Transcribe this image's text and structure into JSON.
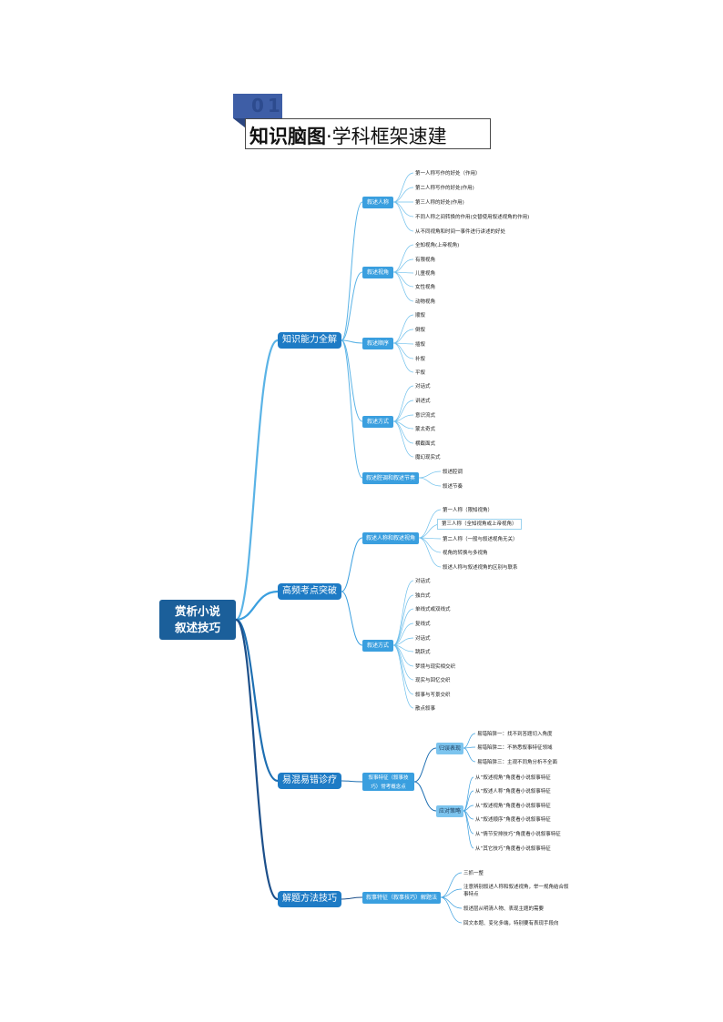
{
  "header": {
    "number": "01",
    "title_bold": "知识脑图",
    "title_rest": "·学科框架速建"
  },
  "root": {
    "line1": "赏析小说",
    "line2": "叙述技巧"
  },
  "sections": [
    {
      "label": "知识能力全解",
      "groups": [
        {
          "label": "叙述人称",
          "leaves": [
            "第一人称写作的好处（作用）",
            "第二人称写作的好处(作用)",
            "第三人称的好处(作用)",
            "不同人称之间转换的作用(交替使用叙述视角的作用)",
            "从不同视角和时间一事件进行讲述的好处"
          ]
        },
        {
          "label": "叙述视角",
          "leaves": [
            "全知视角(上帝视角)",
            "有限视角",
            "儿童视角",
            "女性视角",
            "动物视角"
          ]
        },
        {
          "label": "叙述顺序",
          "leaves": [
            "顺叙",
            "倒叙",
            "插叙",
            "补叙",
            "平叙"
          ]
        },
        {
          "label": "叙述方式",
          "leaves": [
            "对话式",
            "讲述式",
            "意识流式",
            "蒙太奇式",
            "横截面式",
            "魔幻现实式"
          ]
        },
        {
          "label": "叙述腔调和叙述节奏",
          "leaves": [
            "叙述腔调",
            "叙述节奏"
          ]
        }
      ]
    },
    {
      "label": "高频考点突破",
      "groups": [
        {
          "label": "叙述人称和叙述视角",
          "leaves": [
            "第一人称（限知视角）",
            "第三人称（全知视角或上帝视角）",
            "第二人称（一般与叙述视角无关）",
            "视角的转换与多视角",
            "叙述人称与叙述视角的区别与联系"
          ]
        },
        {
          "label": "叙述方式",
          "leaves": [
            "对话式",
            "独白式",
            "单线式或双线式",
            "复线式",
            "对话式",
            "跳跃式",
            "梦境与现实相交织",
            "现实与回忆交织",
            "叙事与写景交织",
            "散点叙事"
          ]
        }
      ]
    },
    {
      "label": "易混易错诊疗",
      "group": "叙事特征（叙事技巧）‌‌常考概念点",
      "subgroups": [
        {
          "label": "归误表现",
          "leaves": [
            "易错陷阱一：找不到答题切入角度",
            "易错陷阱二：不熟悉叙事特征领域",
            "易错陷阱三：主观不同角分析不全面"
          ]
        },
        {
          "label": "应对策略",
          "leaves": [
            "从“叙述视角”角度看小说叙事特征",
            "从“叙述人称”角度看小说叙事特征",
            "从“叙述视角”角度看小说叙事特征",
            "从“叙述顺序”角度看小说叙事特征",
            "从“情节安排技巧”角度看小说叙事特征",
            "从“其它技巧”角度看小说叙事特征"
          ]
        }
      ]
    },
    {
      "label": "解题方法技巧",
      "group": "叙事特征（叙事技巧）解题法",
      "leaves": [
        "三抓一整",
        "注意辨别叙述人称和叙述视角，举一规角结合叙事特点",
        "叙述层从明清人物、表现主题的需要",
        "回文本题、变化多端，特别要有表现手段向"
      ]
    }
  ]
}
